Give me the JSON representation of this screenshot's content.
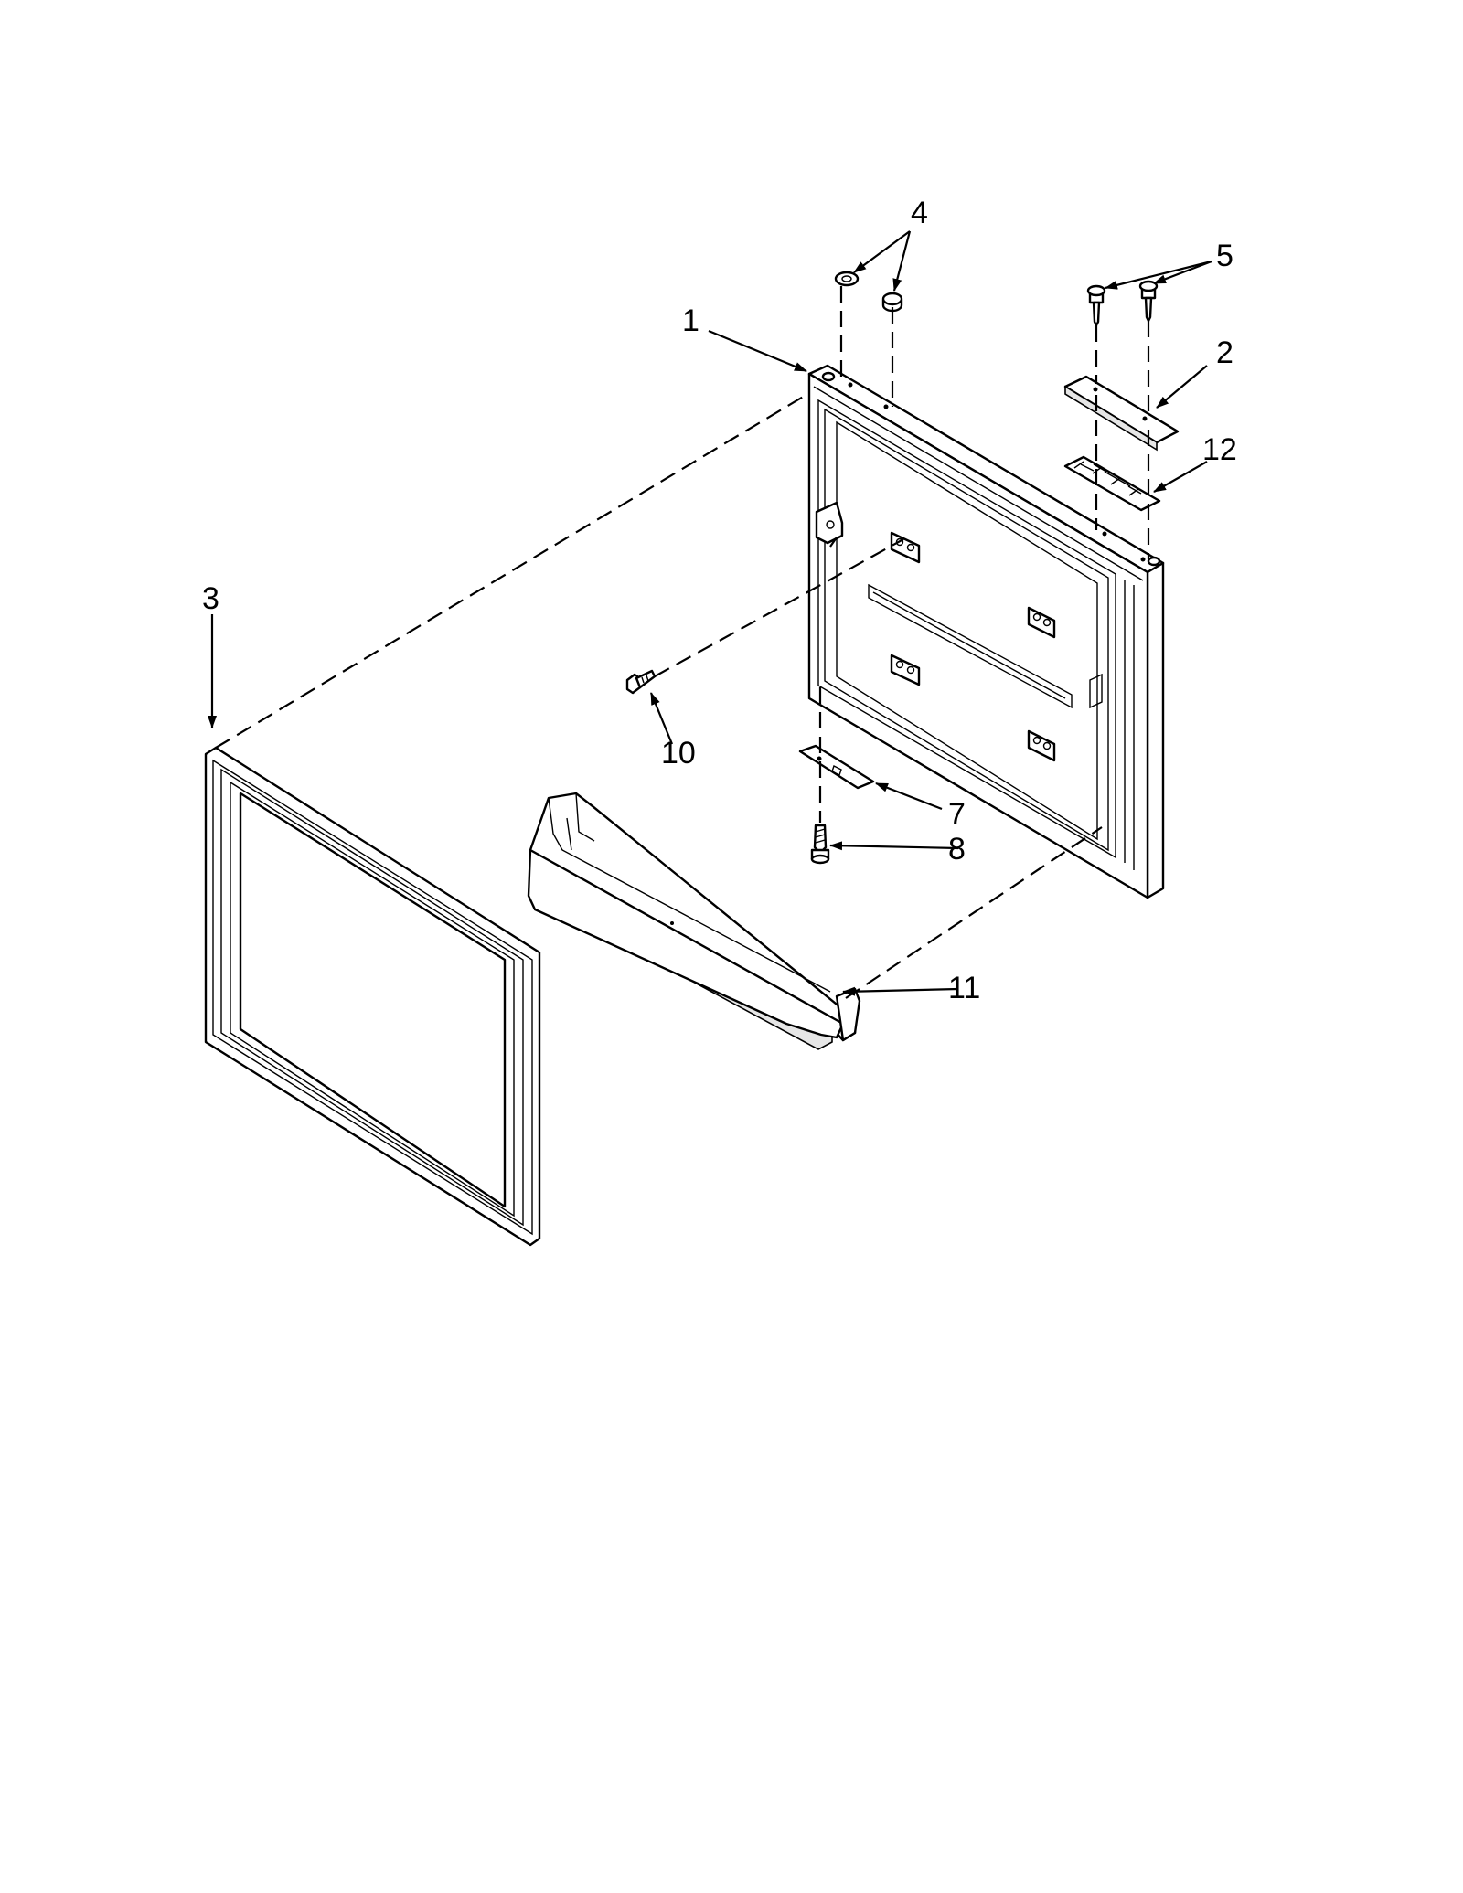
{
  "callouts": [
    {
      "id": "c1",
      "label": "1"
    },
    {
      "id": "c2",
      "label": "2"
    },
    {
      "id": "c3",
      "label": "3"
    },
    {
      "id": "c4",
      "label": "4"
    },
    {
      "id": "c5",
      "label": "5"
    },
    {
      "id": "c7",
      "label": "7"
    },
    {
      "id": "c8",
      "label": "8"
    },
    {
      "id": "c10",
      "label": "10"
    },
    {
      "id": "c11",
      "label": "11"
    },
    {
      "id": "c12",
      "label": "12"
    }
  ],
  "colors": {
    "line": "#000000",
    "background": "#ffffff",
    "shade": "#e6e6e6"
  }
}
